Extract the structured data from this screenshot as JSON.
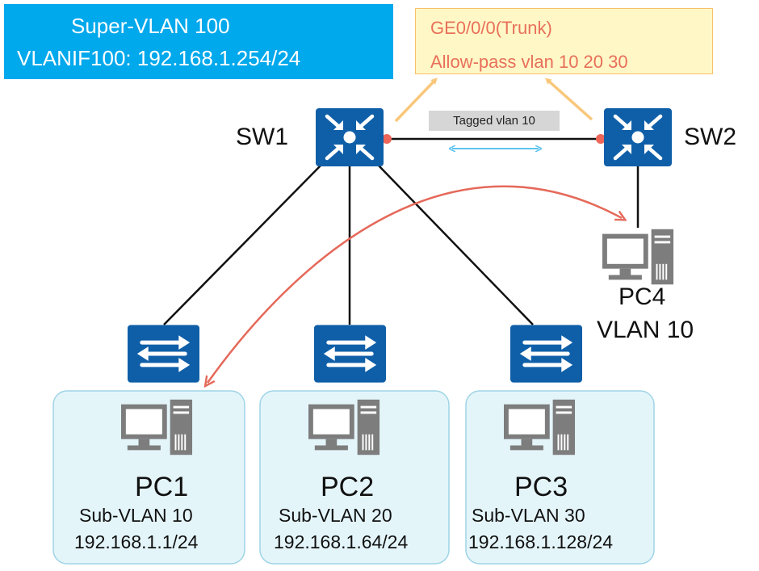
{
  "super_vlan": {
    "title": "Super-VLAN 100",
    "vlanif": "VLANIF100: 192.168.1.254/24"
  },
  "trunk_note": {
    "line1": "GE0/0/0(Trunk)",
    "line2": "Allow-pass vlan 10 20 30"
  },
  "link_label": "Tagged vlan 10",
  "switches": {
    "sw1": "SW1",
    "sw2": "SW2"
  },
  "pcs": [
    {
      "name": "PC1",
      "sub_vlan": "Sub-VLAN 10",
      "ip": "192.168.1.1/24"
    },
    {
      "name": "PC2",
      "sub_vlan": "Sub-VLAN 20",
      "ip": "192.168.1.64/24"
    },
    {
      "name": "PC3",
      "sub_vlan": "Sub-VLAN 30",
      "ip": "192.168.1.128/24"
    }
  ],
  "pc4": {
    "name": "PC4",
    "vlan": "VLAN 10"
  },
  "colors": {
    "super_vlan_bg": "#00a8ec",
    "device_blue": "#0f5fa8",
    "trunk_text": "#e8705a",
    "trunk_bg": "#fff7c6",
    "arrow_orange": "#f9c77a",
    "arrow_blue": "#5ec3ee",
    "path_red": "#e5695a",
    "group_bg": "#e4f5fa",
    "group_border": "#9ed4e6",
    "pc_gray": "#7d7d7d"
  }
}
